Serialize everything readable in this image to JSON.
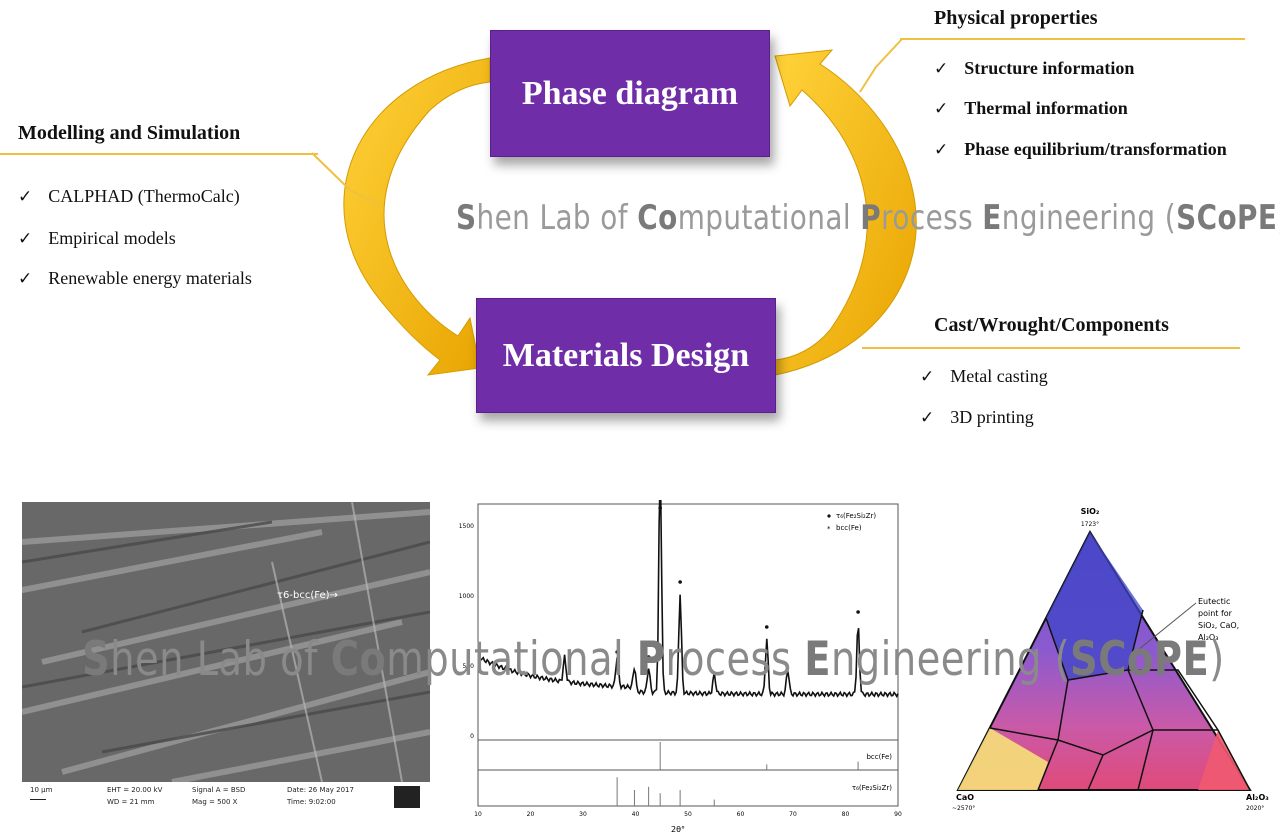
{
  "diagram": {
    "box_top": "Phase diagram",
    "box_bottom": "Materials Design"
  },
  "left_block": {
    "title": "Modelling and Simulation",
    "items": [
      "CALPHAD (ThermoCalc)",
      "Empirical models",
      "Renewable energy materials"
    ]
  },
  "right_top_block": {
    "title": "Physical properties",
    "items": [
      "Structure information",
      "Thermal information",
      "Phase equilibrium/transformation"
    ]
  },
  "right_bottom_block": {
    "title": "Cast/Wrought/Components",
    "items": [
      "Metal casting",
      "3D printing"
    ]
  },
  "check_mark": "✓",
  "watermark": {
    "parts": [
      "S",
      "hen Lab of ",
      "Co",
      "mputational ",
      "P",
      "rocess ",
      "E",
      "ngineering (",
      "SCoPE",
      ")"
    ]
  },
  "sem_image": {
    "label": "τ6-bcc(Fe)→",
    "scale_text": "10 µm",
    "info": [
      "EHT = 20.00 kV",
      "WD = 21 mm",
      "Signal A = BSD",
      "Mag = 500 X",
      "Date: 26 May 2017",
      "Time: 9:02:00"
    ]
  },
  "xrd_chart": {
    "legend": [
      "τ₆(Fe₂Si₂Zr)",
      "bcc(Fe)"
    ],
    "y_ticks": [
      "1500",
      "1000",
      "500",
      "0"
    ],
    "x_ticks": [
      "10",
      "20",
      "30",
      "40",
      "50",
      "60",
      "70",
      "80",
      "90"
    ],
    "xlabel": "2θ°",
    "ref_labels": [
      "bcc(Fe)",
      "τ₆(Fe₂Si₂Zr)"
    ]
  },
  "ternary": {
    "apex_top": "SiO₂",
    "apex_top_temp": "1723°",
    "apex_left": "CaO",
    "apex_left_temp": "~2570°",
    "apex_right": "Al₂O₃",
    "apex_right_temp": "2020°",
    "annotation": [
      "Eutectic",
      "point for",
      "SiO₂, CaO,",
      "Al₂O₃"
    ]
  },
  "colors": {
    "box": "#6f2da8",
    "arrow": "#f2b705",
    "rule": "#f0c040"
  }
}
